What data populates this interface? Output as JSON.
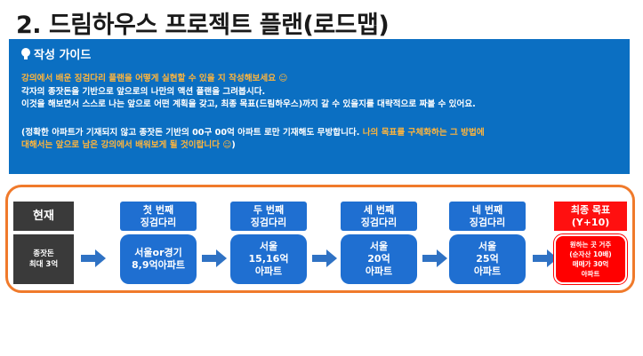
{
  "title": "2. 드림하우스 프로젝트 플랜(로드맵)",
  "guide": {
    "heading": "작성 가이드",
    "icon": "lightbulb-icon",
    "lines": [
      "강의에서 배운 징검다리 플랜을 어떻게 실현할 수 있을 지 작성해보세요 ☺",
      "각자의 종잣돈을 기반으로 앞으로의 나만의 액션 플랜을 그려봅시다.",
      "이것을 해보면서 스스로 나는 앞으로 어떤 계획을 갖고, 최종 목표(드림하우스)까지 갈 수 있을지를 대략적으로 짜볼 수 있어요."
    ],
    "note_white": "(정확한 아파트가 기재되지 않고 종잣돈 기반의 00구 00억 아파트 로만 기재해도 무방합니다. ",
    "note_orange_1": "나의 목표를 구체화하는 그 방법에",
    "note_line2": "대해서는 앞으로 남은 강의에서 배워보게 될 것이랍니다 ☺",
    "note_line2_end": ")",
    "colors": {
      "background": "#0b6fc2",
      "highlight": "#ffb53c"
    }
  },
  "roadmap": {
    "current": {
      "label": "현재",
      "line1": "종잣돈",
      "line2": "최대 3억"
    },
    "steps": [
      {
        "label1": "첫 번째",
        "label2": "징검다리",
        "line1": "서울or경기",
        "line2": "8,9억아파트",
        "line3": ""
      },
      {
        "label1": "두 번째",
        "label2": "징검다리",
        "line1": "서울",
        "line2": "15,16억",
        "line3": "아파트"
      },
      {
        "label1": "세 번째",
        "label2": "징검다리",
        "line1": "서울",
        "line2": "20억",
        "line3": "아파트"
      },
      {
        "label1": "네 번째",
        "label2": "징검다리",
        "line1": "서울",
        "line2": "25억",
        "line3": "아파트"
      }
    ],
    "final": {
      "label1": "최종 목표",
      "label2": "(Y+10)",
      "line1": "원하는 곳 거주",
      "line2": "(순자산 10배)",
      "line3": "매매가 30억",
      "line4": "아파트"
    },
    "colors": {
      "frame": "#f07a2b",
      "step": "#1f6fd1",
      "current": "#3a3a3a",
      "final": "#ff0000",
      "arrow": "#2f72c4"
    }
  }
}
